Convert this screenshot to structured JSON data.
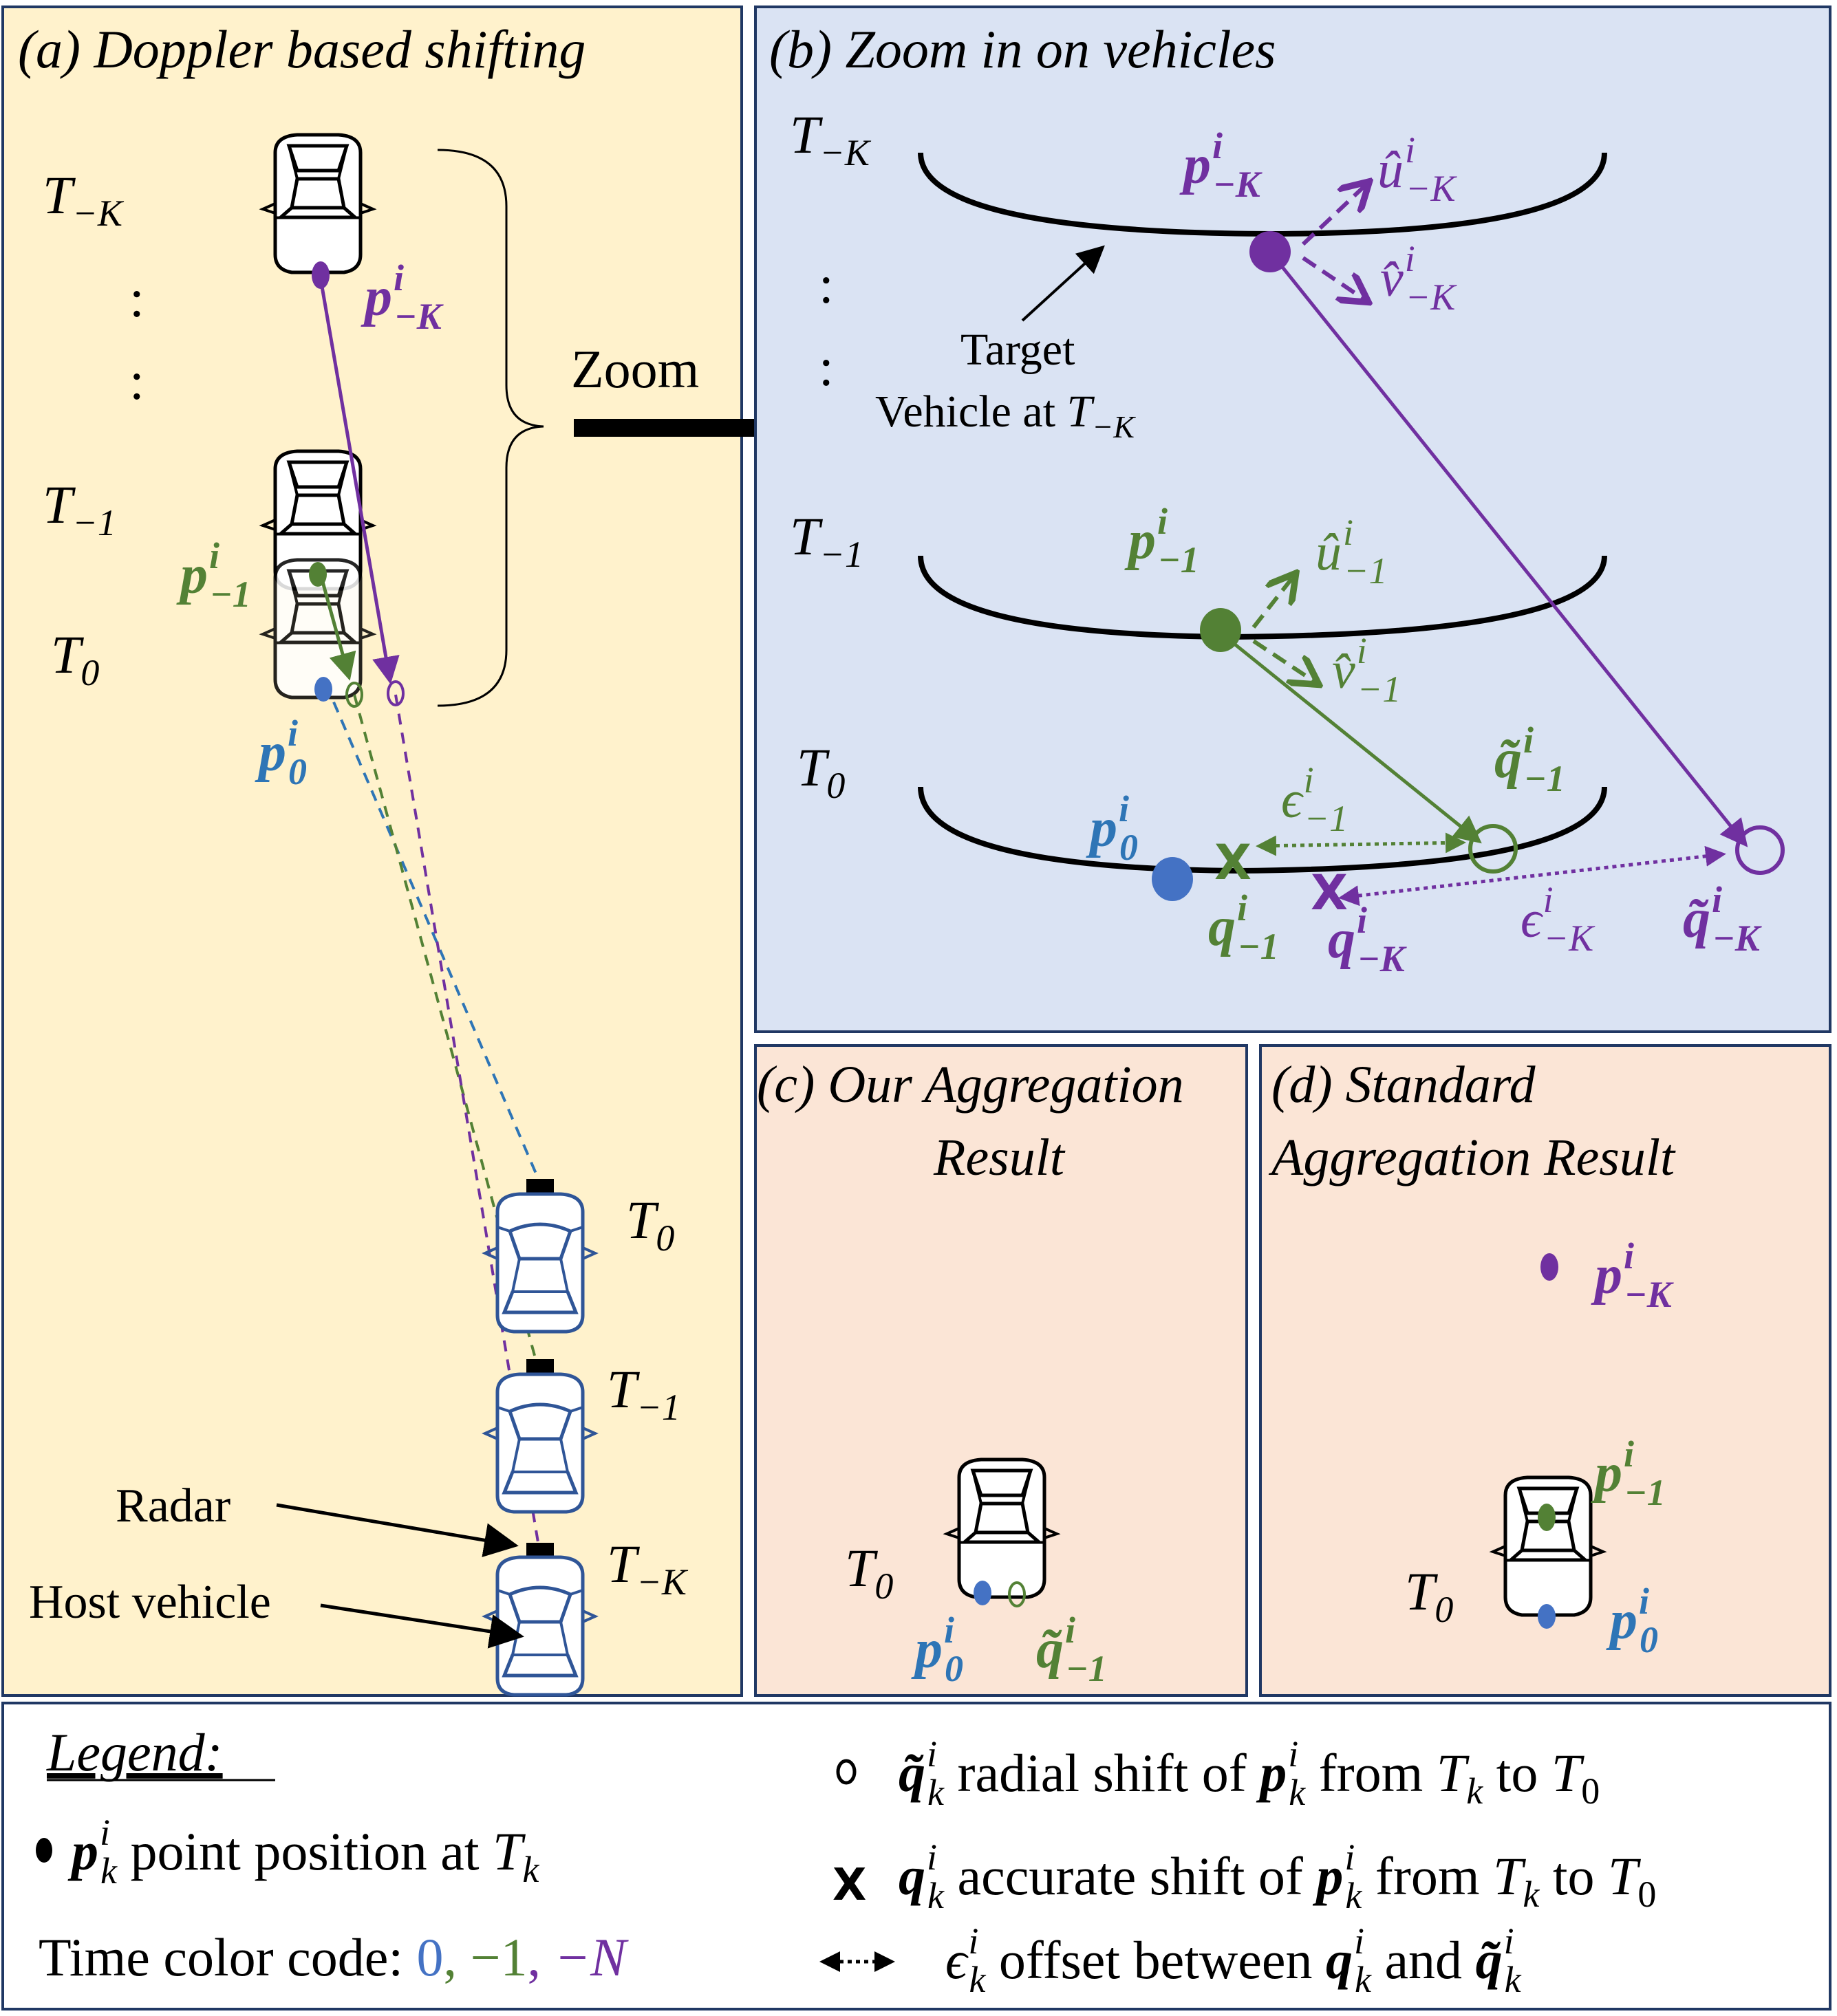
{
  "colors": {
    "panel_a_bg": "#fff2cc",
    "panel_b_bg": "#dae3f3",
    "panel_cd_bg": "#fbe5d6",
    "border": "#203864",
    "time_0": "#4472c4",
    "time_minus1": "#538135",
    "time_minusK": "#7030a0",
    "host_car": "#2f5597"
  },
  "panel_a": {
    "title": "(a) Doppler based shifting",
    "t_minus_k": "T",
    "t_minus_k_sub": "−K",
    "dots": ":",
    "t_minus_1": "T",
    "t_minus_1_sub": "−1",
    "t_0": "T",
    "t_0_sub": "0",
    "p_minus_k": "p",
    "p_minus_k_sub": "−K",
    "p_minus_1": "p",
    "p_minus_1_sub": "−1",
    "p_0": "p",
    "p_0_sub": "0",
    "sup_i": "i",
    "zoom_label": "Zoom",
    "host_t0": "T",
    "host_t0_sub": "0",
    "host_t1": "T",
    "host_t1_sub": "−1",
    "host_tk": "T",
    "host_tk_sub": "−K",
    "radar_label": "Radar",
    "host_vehicle_label": "Host vehicle"
  },
  "panel_b": {
    "title": "(b) Zoom in on vehicles",
    "t_minus_k": "T",
    "t_minus_k_sub": "−K",
    "t_minus_1": "T",
    "t_minus_1_sub": "−1",
    "t_0": "T",
    "t_0_sub": "0",
    "target_line1": "Target",
    "target_line2": "Vehicle at",
    "target_t": "T",
    "target_t_sub": "−K",
    "p_mk": "p",
    "u_mk": "û",
    "v_mk": "v̂",
    "p_m1": "p",
    "u_m1": "û",
    "v_m1": "v̂",
    "p_0": "p",
    "q_tilde_m1": "q̃",
    "q_tilde_mk": "q̃",
    "eps_m1": "ϵ",
    "eps_mk": "ϵ",
    "q_m1": "q",
    "q_mk": "q",
    "sub_mk": "−K",
    "sub_m1": "−1",
    "sub_0": "0",
    "sup_i": "i"
  },
  "panel_c": {
    "title_line1": "(c) Our Aggregation",
    "title_line2": "Result",
    "t0": "T",
    "t0_sub": "0",
    "p0": "p",
    "p0_sub": "0",
    "q_tilde": "q̃",
    "q_tilde_sub": "−1",
    "sup_i": "i"
  },
  "panel_d": {
    "title_line1": "(d) Standard",
    "title_line2": "Aggregation Result",
    "p_mk": "p",
    "p_mk_sub": "−K",
    "p_m1": "p",
    "p_m1_sub": "−1",
    "t0": "T",
    "t0_sub": "0",
    "p0": "p",
    "p0_sub": "0",
    "sup_i": "i"
  },
  "legend": {
    "title": "Legend:",
    "p_symbol": "p",
    "p_text": " point position at ",
    "t_symbol": "T",
    "k_sub": "k",
    "time_code_label": "Time color code: ",
    "time_code_0": "0",
    "time_code_comma": ", ",
    "time_code_m1": "−1",
    "time_code_mn": "−N",
    "circle_symbol": "q̃",
    "circle_text": " radial shift of ",
    "from_text": " from ",
    "to_text": " to ",
    "zero_sub": "0",
    "x_marker": "X",
    "x_symbol": "q",
    "x_text": " accurate shift of ",
    "eps_symbol": "ϵ",
    "eps_text": " offset between ",
    "and_text": " and ",
    "sup_i": "i"
  }
}
